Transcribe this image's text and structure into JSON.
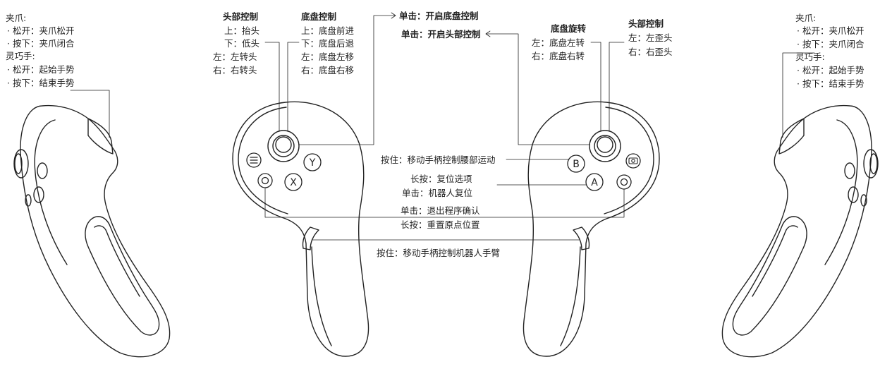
{
  "left_side": {
    "gripper_title": "夹爪:",
    "gripper_release": "· 松开：夹爪松开",
    "gripper_press": "· 按下：夹爪闭合",
    "hand_title": "灵巧手:",
    "hand_release": "· 松开：起始手势",
    "hand_press": "· 按下：结束手势"
  },
  "head_control_left": {
    "title": "头部控制",
    "up": "上：抬头",
    "down": "下：低头",
    "left": "左：左转头",
    "right": "右：右转头"
  },
  "chassis_control": {
    "title": "底盘控制",
    "up": "上：底盘前进",
    "down": "下：底盘后退",
    "left": "左：底盘左移",
    "right": "右：底盘右移"
  },
  "center": {
    "click_chassis": "单击：开启底盘控制",
    "click_head": "单击：开启头部控制",
    "hold_waist": "按住：移动手柄控制腰部运动",
    "long_press_reset": "长按：复位选项",
    "click_robot_reset": "单击：机器人复位",
    "click_exit": "单击：退出程序确认",
    "long_press_origin": "长按：重置原点位置",
    "hold_arm": "按住：移动手柄控制机器人手臂"
  },
  "chassis_rotate": {
    "title": "底盘旋转",
    "left": "左：底盘左转",
    "right": "右：底盘右转"
  },
  "head_control_right": {
    "title": "头部控制",
    "left": "左：左歪头",
    "right": "右：右歪头"
  },
  "right_side": {
    "gripper_title": "夹爪:",
    "gripper_release": "· 松开：夹爪松开",
    "gripper_press": "· 按下：夹爪闭合",
    "hand_title": "灵巧手:",
    "hand_release": "· 松开：起始手势",
    "hand_press": "· 按下：结束手势"
  },
  "buttons": {
    "y": "Y",
    "x": "X",
    "b": "B",
    "a": "A"
  },
  "icons": {
    "menu": "menu-icon",
    "home_left": "circle-button-icon",
    "screenshot": "camera-icon",
    "home_right": "circle-button-icon"
  },
  "colors": {
    "line": "#222222",
    "text": "#222222",
    "background": "#ffffff"
  }
}
